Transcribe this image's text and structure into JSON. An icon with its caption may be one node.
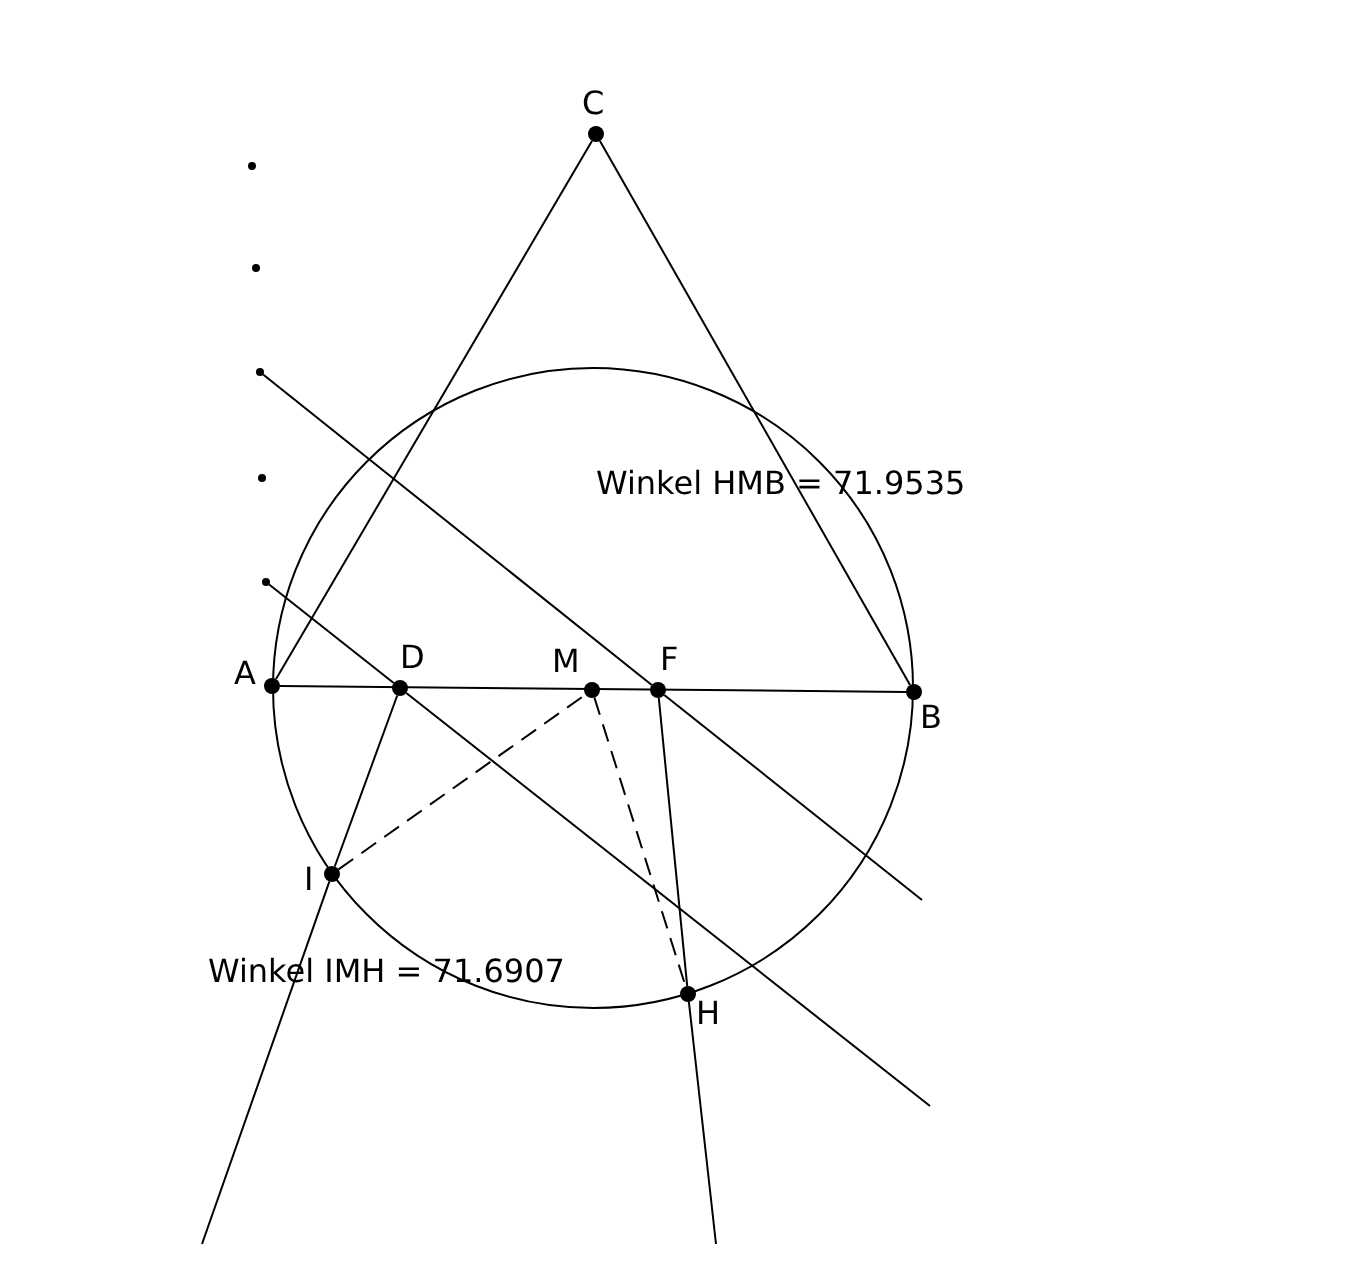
{
  "diagram": {
    "nodes": [
      {
        "text": [],
        "shape": "circle",
        "beside": [
          "C"
        ]
      },
      {
        "text": [],
        "shape": "circle"
      },
      {
        "text": [],
        "shape": "circle"
      },
      {
        "text": [],
        "shape": "circle"
      },
      {
        "text": [],
        "shape": "circle"
      },
      {
        "text": [],
        "shape": "circle"
      },
      {
        "text": [],
        "shape": "circle",
        "beside": [
          "A"
        ]
      },
      {
        "text": [],
        "shape": "circle",
        "beside": [
          "D"
        ]
      },
      {
        "text": [],
        "shape": "circle",
        "beside": [
          "M"
        ]
      },
      {
        "text": [],
        "shape": "circle",
        "beside": [
          "F"
        ]
      },
      {
        "text": [],
        "shape": "circle",
        "beside": [
          "B"
        ]
      },
      {
        "text": [],
        "shape": "circle",
        "beside": [
          "I"
        ]
      },
      {
        "text": [],
        "shape": "circle",
        "beside": [
          "H"
        ]
      }
    ],
    "edges": [
      {
        "from": 0,
        "to": 6,
        "arrow": "none"
      },
      {
        "from": 0,
        "to": 10,
        "arrow": "none"
      },
      {
        "from": 6,
        "to": 10,
        "arrow": "none"
      },
      {
        "from": 7,
        "to": 11,
        "arrow": "none"
      },
      {
        "from": 11,
        "to": null,
        "arrow": "none"
      },
      {
        "from": 3,
        "to": 9,
        "arrow": "none"
      },
      {
        "from": 9,
        "to": null,
        "arrow": "none"
      },
      {
        "from": 5,
        "to": 7,
        "arrow": "none"
      },
      {
        "from": 7,
        "to": null,
        "arrow": "none"
      },
      {
        "from": 9,
        "to": 12,
        "arrow": "none"
      },
      {
        "from": 12,
        "to": null,
        "arrow": "none"
      },
      {
        "from": 11,
        "to": 8,
        "arrow": "none",
        "style": "dashed"
      },
      {
        "from": 8,
        "to": 12,
        "arrow": "none",
        "style": "dashed"
      }
    ],
    "labels": [
      "Winkel HMB = 71.9535",
      "Winkel IMH = 71.6907"
    ]
  }
}
